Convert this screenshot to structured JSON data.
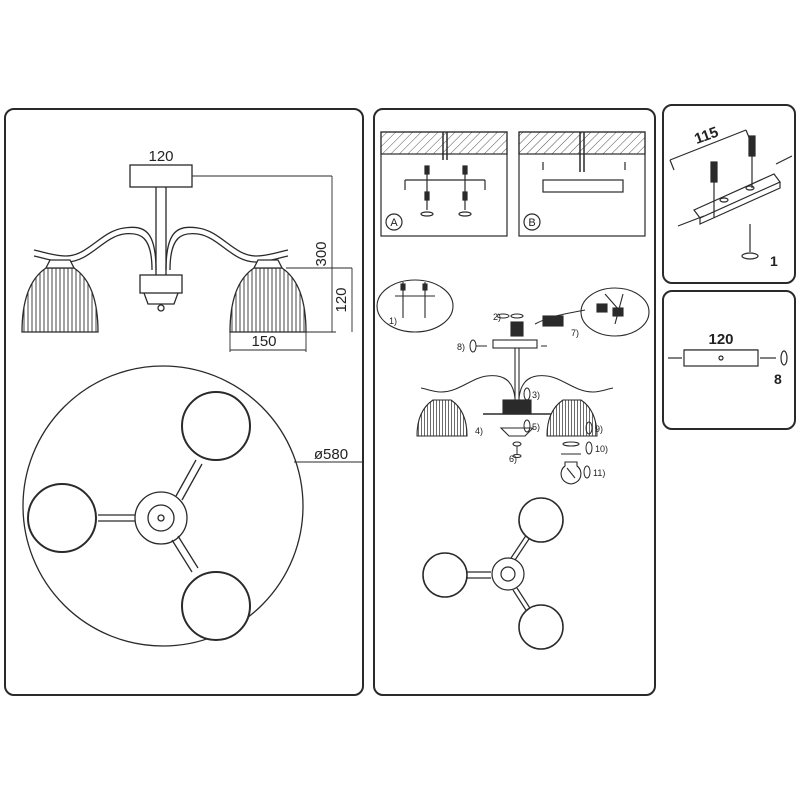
{
  "main_drawing": {
    "dim_canopy_width": "120",
    "dim_height": "300",
    "dim_shade_height": "120",
    "dim_shade_width": "150",
    "dim_diameter": "ø580"
  },
  "install_options": {
    "option_a": "A",
    "option_b": "B"
  },
  "assembly_steps": {
    "s1": "1)",
    "s2": "2)",
    "s3": "3)",
    "s4": "4)",
    "s5": "5)",
    "s6": "6)",
    "s7": "7)",
    "s8": "8)",
    "s9": "9)",
    "s10": "10)",
    "s11": "11)"
  },
  "mounting_plate": {
    "dim_spacing": "115",
    "step": "1"
  },
  "canopy_detail": {
    "dim_width": "120",
    "step": "8"
  },
  "colors": {
    "line": "#2a2a2a",
    "hatch": "#555555"
  }
}
